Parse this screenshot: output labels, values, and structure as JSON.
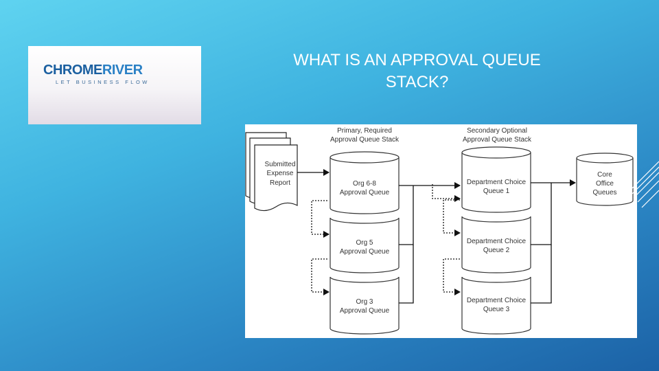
{
  "logo": {
    "word_a": "CHROME",
    "word_b": "RIVER",
    "tagline": "LET BUSINESS FLOW"
  },
  "slide": {
    "title_line1": "WHAT IS AN APPROVAL QUEUE",
    "title_line2": "STACK?"
  },
  "diagram": {
    "document_label": [
      "Submitted",
      "Expense",
      "Report"
    ],
    "primary_header": [
      "Primary, Required",
      "Approval Queue Stack"
    ],
    "secondary_header": [
      "Secondary Optional",
      "Approval Queue Stack"
    ],
    "primary_queues": [
      [
        "Org 6-8",
        "Approval Queue"
      ],
      [
        "Org 5",
        "Approval Queue"
      ],
      [
        "Org 3",
        "Approval Queue"
      ]
    ],
    "secondary_queues": [
      [
        "Department Choice",
        "Queue 1"
      ],
      [
        "Department Choice",
        "Queue 2"
      ],
      [
        "Department Choice",
        "Queue 3"
      ]
    ],
    "core_label": [
      "Core",
      "Office",
      "Queues"
    ]
  },
  "colors": {
    "background_top": "#5fd3f0",
    "background_bottom": "#1c62a6",
    "logo_dark_blue": "#1b5fa0",
    "logo_light_blue": "#2a80c5"
  }
}
